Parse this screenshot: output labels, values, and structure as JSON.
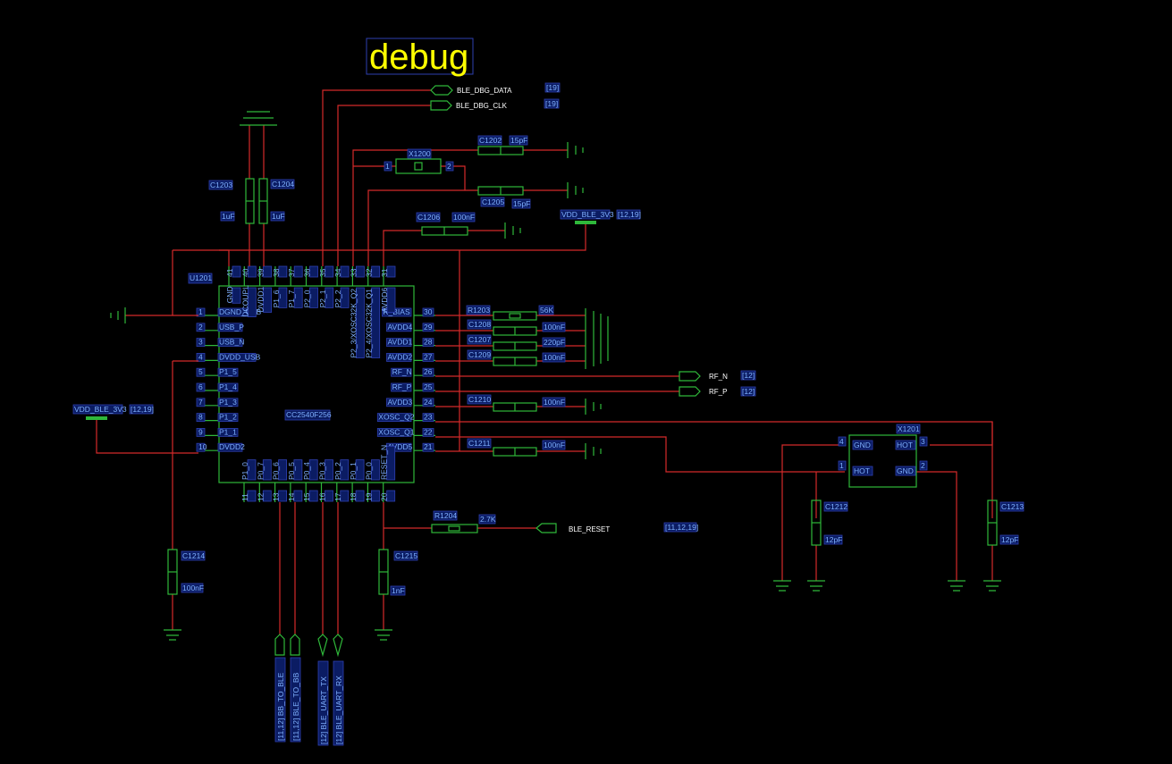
{
  "title": "debug",
  "chip": {
    "ref": "U1201",
    "part": "CC2540F256",
    "left_pins": [
      {
        "num": "1",
        "name": "DGND_USB"
      },
      {
        "num": "2",
        "name": "USB_P"
      },
      {
        "num": "3",
        "name": "USB_N"
      },
      {
        "num": "4",
        "name": "DVDD_USB"
      },
      {
        "num": "5",
        "name": "P1_5"
      },
      {
        "num": "6",
        "name": "P1_4"
      },
      {
        "num": "7",
        "name": "P1_3"
      },
      {
        "num": "8",
        "name": "P1_2"
      },
      {
        "num": "9",
        "name": "P1_1"
      },
      {
        "num": "10",
        "name": "DVDD2"
      }
    ],
    "right_pins": [
      {
        "num": "30",
        "name": "R_BIAS"
      },
      {
        "num": "29",
        "name": "AVDD4"
      },
      {
        "num": "28",
        "name": "AVDD1"
      },
      {
        "num": "27",
        "name": "AVDD2"
      },
      {
        "num": "26",
        "name": "RF_N"
      },
      {
        "num": "25",
        "name": "RF_P"
      },
      {
        "num": "24",
        "name": "AVDD3"
      },
      {
        "num": "23",
        "name": "XOSC_Q2"
      },
      {
        "num": "22",
        "name": "XOSC_Q1"
      },
      {
        "num": "21",
        "name": "AVDD5"
      }
    ],
    "top_pins": [
      {
        "num": "41",
        "name": "GND"
      },
      {
        "num": "40",
        "name": "DCOUPL"
      },
      {
        "num": "39",
        "name": "DVDD1"
      },
      {
        "num": "38",
        "name": "P1_6"
      },
      {
        "num": "37",
        "name": "P1_7"
      },
      {
        "num": "36",
        "name": "P2_0"
      },
      {
        "num": "35",
        "name": "P2_1"
      },
      {
        "num": "34",
        "name": "P2_2"
      },
      {
        "num": "33",
        "name": "P2_3/XOSC32K_Q2"
      },
      {
        "num": "32",
        "name": "P2_4/XOSC32K_Q1"
      },
      {
        "num": "31",
        "name": "AVDD6"
      }
    ],
    "bottom_pins": [
      {
        "num": "11",
        "name": "P1_0"
      },
      {
        "num": "12",
        "name": "P0_7"
      },
      {
        "num": "13",
        "name": "P0_6"
      },
      {
        "num": "14",
        "name": "P0_5"
      },
      {
        "num": "15",
        "name": "P0_4"
      },
      {
        "num": "16",
        "name": "P0_3"
      },
      {
        "num": "17",
        "name": "P0_2"
      },
      {
        "num": "18",
        "name": "P0_1"
      },
      {
        "num": "19",
        "name": "P0_0"
      },
      {
        "num": "20",
        "name": "RESET_N"
      }
    ]
  },
  "components": {
    "c1203": {
      "ref": "C1203",
      "value": "1uF"
    },
    "c1204": {
      "ref": "C1204",
      "value": "1uF"
    },
    "c1202": {
      "ref": "C1202",
      "value": "15pF"
    },
    "c1205": {
      "ref": "C1205",
      "value": "15pF"
    },
    "c1206": {
      "ref": "C1206",
      "value": "100nF"
    },
    "x1200": {
      "ref": "X1200",
      "pin1": "1",
      "pin2": "2"
    },
    "r1203": {
      "ref": "R1203",
      "value": "56K"
    },
    "c1208": {
      "ref": "C1208",
      "value": "100nF"
    },
    "c1207": {
      "ref": "C1207",
      "value": "220pF"
    },
    "c1209": {
      "ref": "C1209",
      "value": "100nF"
    },
    "c1210": {
      "ref": "C1210",
      "value": "100nF"
    },
    "c1211": {
      "ref": "C1211",
      "value": "100nF"
    },
    "c1214": {
      "ref": "C1214",
      "value": "100nF"
    },
    "c1215": {
      "ref": "C1215",
      "value": "1nF"
    },
    "r1204": {
      "ref": "R1204",
      "value": "2.7K"
    },
    "c1212": {
      "ref": "C1212",
      "value": "12pF"
    },
    "c1213": {
      "ref": "C1213",
      "value": "12pF"
    },
    "x1201": {
      "ref": "X1201",
      "pin_gnd_tl": "GND",
      "pin_hot_tr": "HOT",
      "pin_hot_bl": "HOT",
      "pin_gnd_br": "GND",
      "n4": "4",
      "n3": "3",
      "n1": "1",
      "n2": "2"
    }
  },
  "nets": {
    "ble_dbg_data": {
      "name": "BLE_DBG_DATA",
      "ref": "[19]"
    },
    "ble_dbg_clk": {
      "name": "BLE_DBG_CLK",
      "ref": "[19]"
    },
    "rf_n": {
      "name": "RF_N",
      "ref": "[12]"
    },
    "rf_p": {
      "name": "RF_P",
      "ref": "[12]"
    },
    "ble_reset": {
      "name": "BLE_RESET",
      "ref": "[11,12,19]"
    },
    "vdd_top": {
      "name": "VDD_BLE_3V3",
      "ref": "[12,19]"
    },
    "vdd_left": {
      "name": "VDD_BLE_3V3",
      "ref": "[12,19]"
    },
    "bottom_ports": [
      {
        "label": "[11,12] BB_TO_BLE"
      },
      {
        "label": "[11,12] BLE_TO_BB"
      },
      {
        "label": "[12] BLE_UART_TX"
      },
      {
        "label": "[12] BLE_UART_RX"
      }
    ]
  }
}
